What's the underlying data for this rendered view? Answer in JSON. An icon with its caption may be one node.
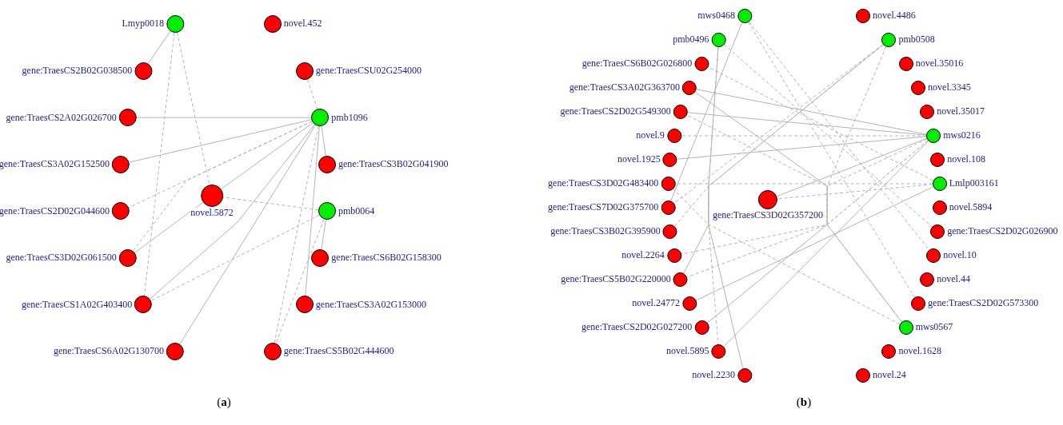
{
  "diagram": {
    "nodes": [
      {
        "text": [
          "novel.452"
        ]
      },
      {
        "text": [
          "Lmyp0018"
        ]
      },
      {
        "text": [
          "gene:TraesCSU02G254000"
        ]
      },
      {
        "text": [
          "gene:TraesCS2B02G038500"
        ]
      },
      {
        "text": [
          "pmb1096"
        ]
      },
      {
        "text": [
          "gene:TraesCS2A02G026700"
        ]
      },
      {
        "text": [
          "gene:TraesCS3B02G041900"
        ]
      },
      {
        "text": [
          "gene:TraesCS3A02G152500"
        ]
      },
      {
        "text": [
          "novel.5872"
        ]
      },
      {
        "text": [
          "pmb0064"
        ]
      },
      {
        "text": [
          "gene:TraesCS2D02G044600"
        ]
      },
      {
        "text": [
          "gene:TraesCS6B02G158300"
        ]
      },
      {
        "text": [
          "gene:TraesCS3D02G061500"
        ]
      },
      {
        "text": [
          "gene:TraesCS3A02G153000"
        ]
      },
      {
        "text": [
          "gene:TraesCS1A02G403400"
        ]
      },
      {
        "text": [
          "gene:TraesCS5B02G444600"
        ]
      },
      {
        "text": [
          "gene:TraesCS6A02G130700"
        ]
      },
      {
        "text": [
          "gene:TraesCS6B02G026800"
        ]
      },
      {
        "text": [
          "pmb0496"
        ]
      },
      {
        "text": [
          "mws0468"
        ]
      },
      {
        "text": [
          "novel.4486"
        ]
      },
      {
        "text": [
          "pmb0508"
        ]
      },
      {
        "text": [
          "gene:TraesCS3A02G363700"
        ]
      },
      {
        "text": [
          "novel.35016"
        ]
      },
      {
        "text": [
          "gene:TraesCS2D02G549300"
        ]
      },
      {
        "text": [
          "novel.3345"
        ]
      },
      {
        "text": [
          "novel.9"
        ]
      },
      {
        "text": [
          "novel.35017"
        ]
      },
      {
        "text": [
          "novel.1925"
        ]
      },
      {
        "text": [
          "mws0216"
        ]
      },
      {
        "text": [
          "gene:TraesCS3D02G483400"
        ]
      },
      {
        "text": [
          "novel.108"
        ]
      },
      {
        "text": [
          "gene:TraesCS7D02G375700"
        ]
      },
      {
        "text": [
          "gene:TraesCS3D02G357200"
        ]
      },
      {
        "text": [
          "Lmlp003161"
        ]
      },
      {
        "text": [
          "gene:TraesCS3B02G395900"
        ]
      },
      {
        "text": [
          "novel.5894"
        ]
      },
      {
        "text": [
          "novel.2264"
        ]
      },
      {
        "text": [
          "gene:TraesCS2D02G026900"
        ]
      },
      {
        "text": [
          "gene:TraesCS5B02G220000"
        ]
      },
      {
        "text": [
          "novel.10"
        ]
      },
      {
        "text": [
          "novel.24772"
        ]
      },
      {
        "text": [
          "novel.44"
        ]
      },
      {
        "text": [
          "gene:TraesCS2D02G027200"
        ]
      },
      {
        "text": [
          "gene:TraesCS2D02G573300"
        ]
      },
      {
        "text": [
          "novel.5895"
        ]
      },
      {
        "text": [
          "mws0567"
        ]
      },
      {
        "text": [
          "novel.2230"
        ]
      },
      {
        "text": [
          "novel.24"
        ]
      },
      {
        "text": [
          "novel.1628"
        ]
      }
    ],
    "edges": [
      {
        "from": 4,
        "to": 5,
        "arrow": "none"
      },
      {
        "from": 4,
        "to": 7,
        "arrow": "none"
      },
      {
        "from": 4,
        "to": 8,
        "arrow": "none"
      },
      {
        "from": 4,
        "to": 12,
        "arrow": "none",
        "style": "dashed"
      },
      {
        "from": 4,
        "to": 14,
        "arrow": "none"
      },
      {
        "from": 4,
        "to": 16,
        "arrow": "none"
      },
      {
        "from": 4,
        "to": 13,
        "arrow": "none"
      },
      {
        "from": 4,
        "to": 15,
        "arrow": "none",
        "style": "dashed"
      },
      {
        "from": 4,
        "to": 6,
        "arrow": "none"
      },
      {
        "from": 4,
        "to": 2,
        "arrow": "none",
        "style": "dashed"
      },
      {
        "from": 4,
        "to": 10,
        "arrow": "none",
        "style": "dashed"
      },
      {
        "from": 9,
        "to": 8,
        "arrow": "none",
        "style": "dashed"
      },
      {
        "from": 9,
        "to": 11,
        "arrow": "none"
      },
      {
        "from": 9,
        "to": 14,
        "arrow": "none",
        "style": "dashed"
      },
      {
        "from": 9,
        "to": 15,
        "arrow": "none",
        "style": "dashed"
      },
      {
        "from": 1,
        "to": 3,
        "arrow": "none"
      },
      {
        "from": 1,
        "to": 14,
        "arrow": "none",
        "style": "dashed"
      },
      {
        "from": 1,
        "to": 8,
        "arrow": "none",
        "style": "dashed"
      },
      {
        "from": 8,
        "to": 12,
        "arrow": "none"
      },
      {
        "from": 29,
        "to": 28,
        "arrow": "none"
      },
      {
        "from": 29,
        "to": 33,
        "arrow": "none"
      },
      {
        "from": 29,
        "to": 22,
        "arrow": "none"
      },
      {
        "from": 29,
        "to": 24,
        "arrow": "none"
      },
      {
        "from": 29,
        "to": 37,
        "arrow": "none",
        "style": "dashed"
      },
      {
        "from": 29,
        "to": 39,
        "arrow": "none",
        "style": "dashed"
      },
      {
        "from": 29,
        "to": 43,
        "arrow": "none",
        "style": "dashed"
      },
      {
        "from": 29,
        "to": 26,
        "arrow": "none",
        "style": "dashed"
      },
      {
        "from": 29,
        "to": 45,
        "arrow": "none"
      },
      {
        "from": 34,
        "to": 33,
        "arrow": "none",
        "style": "dashed"
      },
      {
        "from": 34,
        "to": 30,
        "arrow": "none",
        "style": "dashed"
      },
      {
        "from": 34,
        "to": 41,
        "arrow": "none"
      },
      {
        "from": 34,
        "to": 17,
        "arrow": "none",
        "style": "dashed"
      },
      {
        "from": 46,
        "to": 22,
        "arrow": "none"
      },
      {
        "from": 46,
        "to": 24,
        "arrow": "none",
        "style": "dashed"
      },
      {
        "from": 46,
        "to": 30,
        "arrow": "none",
        "style": "dashed"
      },
      {
        "from": 21,
        "to": 43,
        "arrow": "none",
        "style": "dashed"
      },
      {
        "from": 21,
        "to": 39,
        "arrow": "none"
      },
      {
        "from": 21,
        "to": 32,
        "arrow": "none",
        "style": "dashed"
      },
      {
        "from": 21,
        "to": 35,
        "arrow": "none",
        "style": "dashed"
      },
      {
        "from": 18,
        "to": 47,
        "arrow": "none"
      },
      {
        "from": 18,
        "to": 45,
        "arrow": "none",
        "style": "dashed"
      },
      {
        "from": 18,
        "to": 38,
        "arrow": "none",
        "style": "dashed"
      },
      {
        "from": 19,
        "to": 32,
        "arrow": "none"
      },
      {
        "from": 19,
        "to": 44,
        "arrow": "none",
        "style": "dashed"
      },
      {
        "from": 19,
        "to": 40,
        "arrow": "none",
        "style": "dashed"
      }
    ],
    "labels": [
      "(**a**)",
      "(**b**)"
    ]
  }
}
